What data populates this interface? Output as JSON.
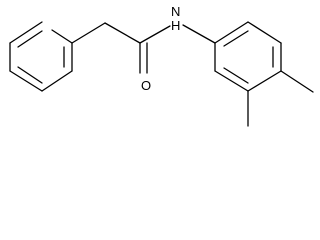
{
  "molecule": {
    "atom_labels": {
      "nitrogen": "N",
      "hydrogen": "H",
      "oxygen": "O"
    },
    "colors": {
      "bond": "#000000",
      "background": "#ffffff"
    }
  }
}
